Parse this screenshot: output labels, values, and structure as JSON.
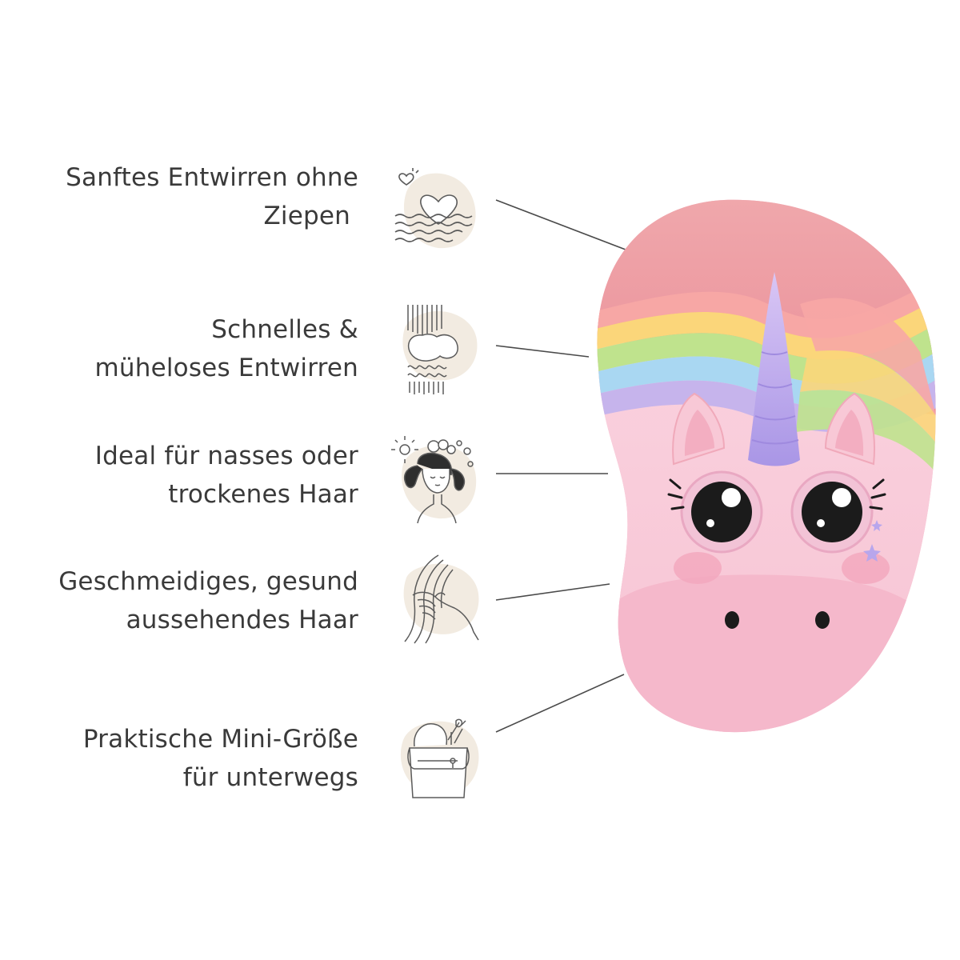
{
  "colors": {
    "text": "#3a3a3a",
    "icon_blob": "#f2ebe1",
    "icon_stroke": "#5b5b5b",
    "brush_top": "#ee9aa2",
    "brush_body": "#f8c8d6",
    "horn": "#b9a6ec"
  },
  "features": [
    {
      "line1": "Sanftes Entwirren ohne",
      "line2": "Ziepen",
      "icon": "heart-waves-icon"
    },
    {
      "line1": "Schnelles &",
      "line2": "müheloses Entwirren",
      "icon": "hair-strands-icon"
    },
    {
      "line1": "Ideal für nasses oder",
      "line2": "trockenes Haar",
      "icon": "wet-dry-hair-icon"
    },
    {
      "line1": "Geschmeidiges, gesund",
      "line2": "aussehendes Haar",
      "icon": "hand-hair-icon"
    },
    {
      "line1": "Praktische Mini-Größe",
      "line2": "für unterwegs",
      "icon": "travel-bag-icon"
    }
  ]
}
